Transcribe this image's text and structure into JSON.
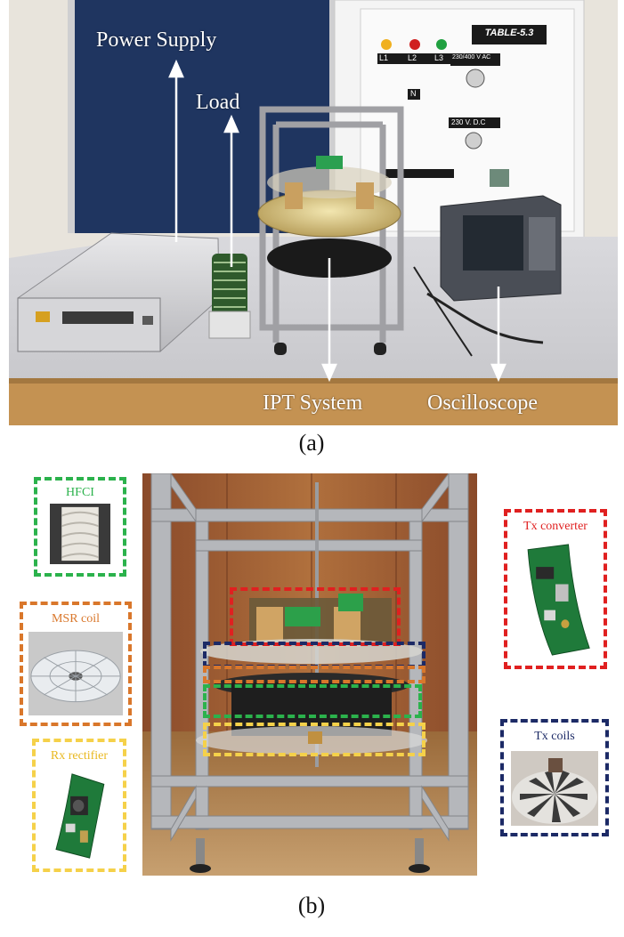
{
  "figure_a": {
    "caption": "(a)",
    "labels": {
      "power_supply": "Power Supply",
      "load": "Load",
      "ipt_system": "IPT System",
      "oscilloscope": "Oscilloscope"
    },
    "panel_sign": "TABLE-5.3",
    "panel_texts": [
      "L1",
      "L2",
      "L3",
      "230/400 V AC",
      "N",
      "230 V. D.C"
    ]
  },
  "figure_b": {
    "caption": "(b)",
    "insets": {
      "hfci": "HFCI",
      "msr_coil": "MSR coil",
      "rx_rectifier": "Rx rectifier",
      "tx_converter": "Tx converter",
      "tx_coils": "Tx coils"
    }
  },
  "colors": {
    "red": "#e02020",
    "blue": "#1c2a66",
    "orange": "#d9772b",
    "green": "#2bb24c",
    "yellow": "#f5d14a"
  }
}
